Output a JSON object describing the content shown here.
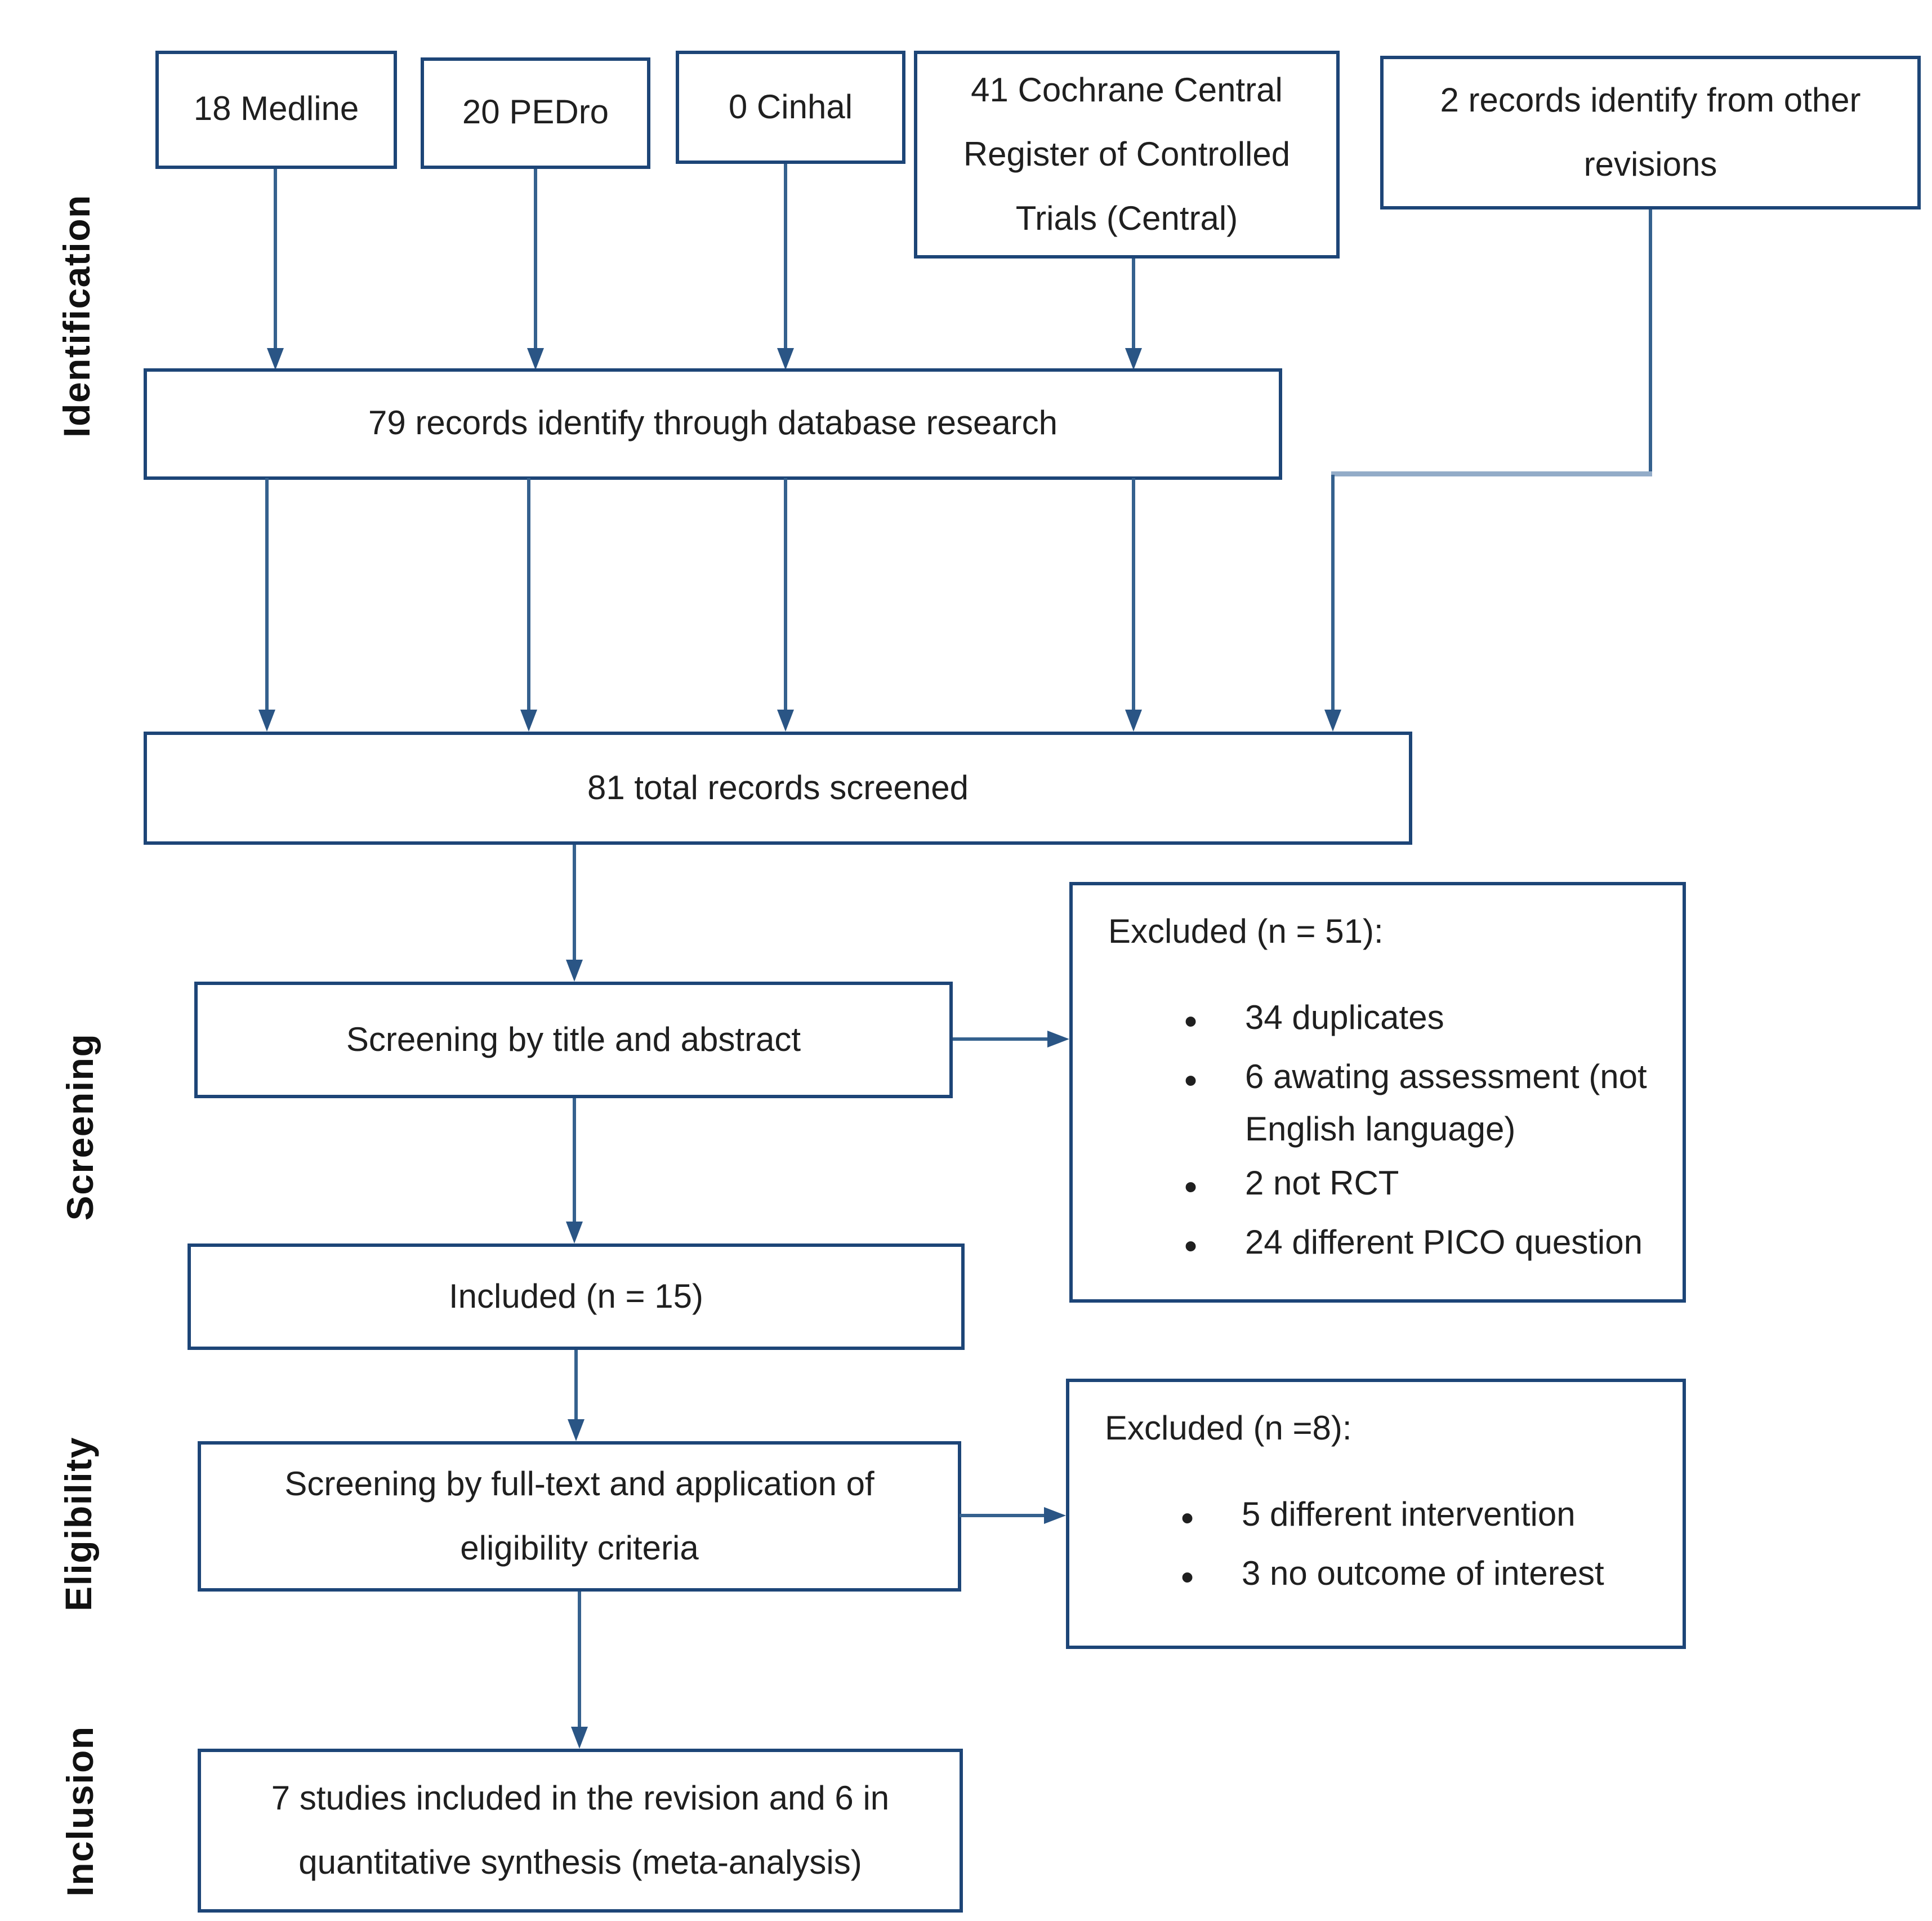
{
  "stages": [
    "Identification",
    "Screening",
    "Eligibility",
    "Inclusion"
  ],
  "sources": [
    "18 Medline",
    "20 PEDro",
    "0 Cinhal",
    "41 Cochrane Central Register of Controlled Trials (Central)",
    "2 records identify from other revisions"
  ],
  "flow": {
    "database_research": "79 records identify through database research",
    "total_screened": "81 total records screened",
    "screening_title_abstract": "Screening by title and abstract",
    "included": "Included (n = 15)",
    "fulltext_screening": "Screening by full-text and application of eligibility criteria",
    "final_included": "7 studies included in the revision and 6 in quantitative synthesis (meta-analysis)"
  },
  "excluded": [
    {
      "title": "Excluded (n = 51):",
      "bullets": [
        "34 duplicates",
        "6 awating assessment (not English language)",
        "2 not RCT",
        "24 different PICO question"
      ]
    },
    {
      "title": "Excluded (n =8):",
      "bullets": [
        "5 different intervention",
        "3 no outcome of interest"
      ]
    }
  ],
  "colors": {
    "box_border": "#1d4577",
    "arrow": "#35618e",
    "arrowhead": "#2a5585",
    "jog_line": "#93acc8",
    "text": "#1f1f1f"
  }
}
